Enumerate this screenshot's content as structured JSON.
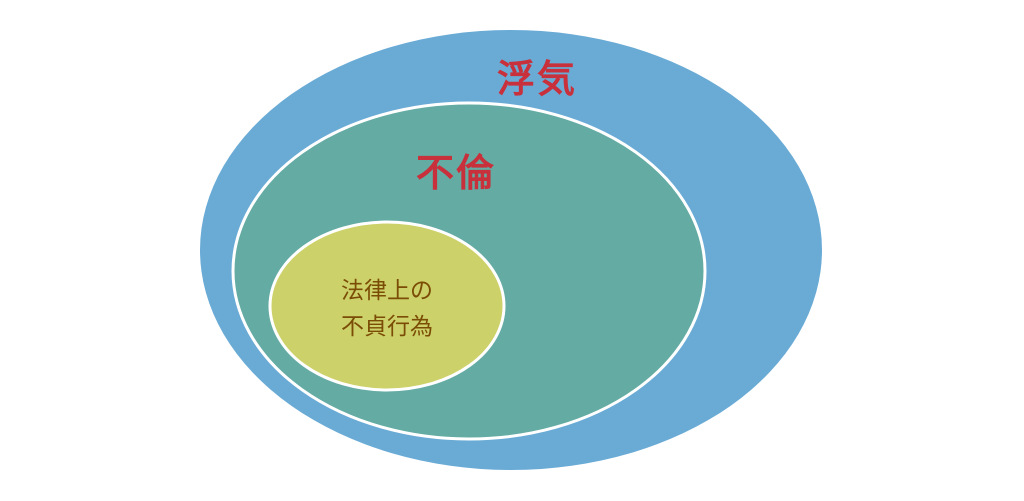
{
  "outer_set": {
    "label": "浮気",
    "fill": "#6aabd6"
  },
  "middle_set": {
    "label": "不倫",
    "fill": "#63aba3"
  },
  "inner_set": {
    "line1": "法律上の",
    "line2": "不貞行為",
    "fill": "#cdd16a"
  },
  "label_color": "#c8313c",
  "inner_label_color": "#7a4c05"
}
